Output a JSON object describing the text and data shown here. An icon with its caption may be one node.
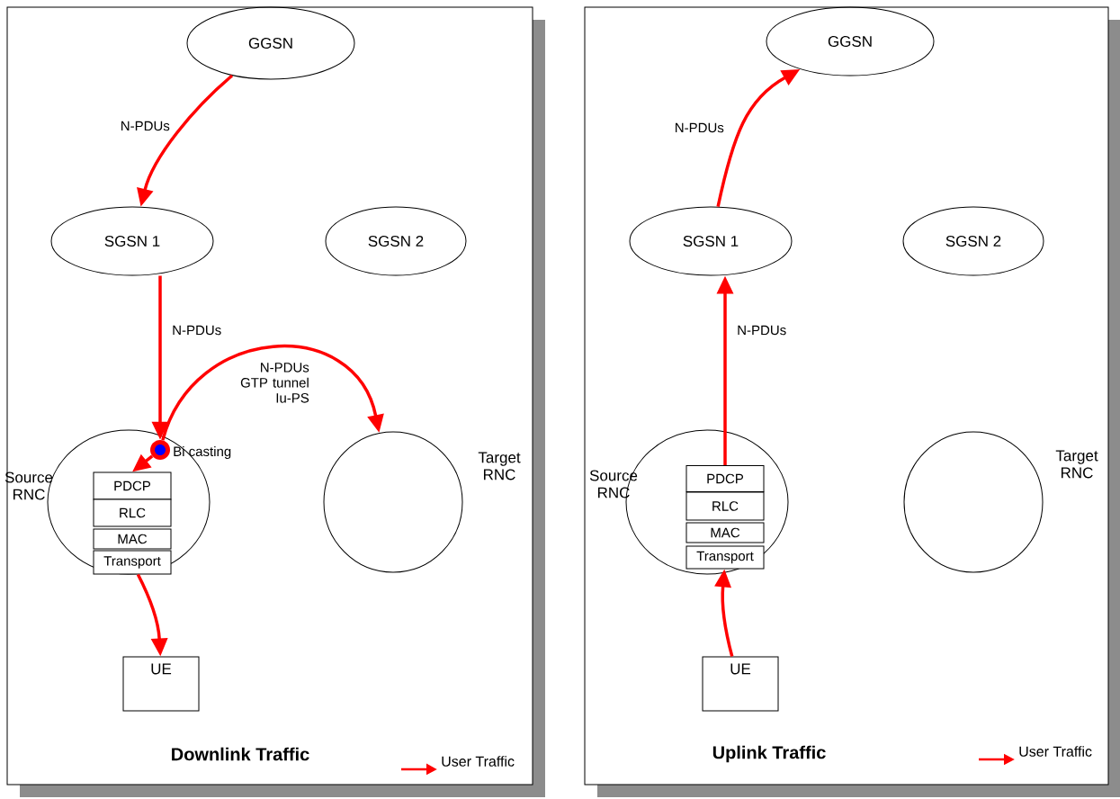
{
  "diagram": {
    "nodes": [
      {
        "text": [
          "Downlink Traffic"
        ]
      },
      {
        "text": [
          "GGSN"
        ],
        "in": 0
      },
      {
        "text": [
          "SGSN 1"
        ],
        "in": 0
      },
      {
        "text": [
          "SGSN 2"
        ],
        "in": 0
      },
      {
        "text": [
          "Source RNC"
        ],
        "in": 0
      },
      {
        "text": [
          "PDCP"
        ],
        "in": 4
      },
      {
        "text": [
          "RLC"
        ],
        "in": 4
      },
      {
        "text": [
          "MAC"
        ],
        "in": 4
      },
      {
        "text": [
          "Transport"
        ],
        "in": 4
      },
      {
        "text": [],
        "shape": "circle",
        "beside": [
          "Bi casting"
        ],
        "in": 4
      },
      {
        "text": [
          "Target RNC"
        ],
        "in": 0
      },
      {
        "text": [
          "UE"
        ],
        "in": 0
      },
      {
        "text": [
          "Uplink Traffic"
        ]
      },
      {
        "text": [
          "GGSN"
        ],
        "in": 12
      },
      {
        "text": [
          "SGSN 1"
        ],
        "in": 12
      },
      {
        "text": [
          "SGSN 2"
        ],
        "in": 12
      },
      {
        "text": [
          "Source RNC"
        ],
        "in": 12
      },
      {
        "text": [
          "PDCP"
        ],
        "in": 16
      },
      {
        "text": [
          "RLC"
        ],
        "in": 16
      },
      {
        "text": [
          "MAC"
        ],
        "in": 16
      },
      {
        "text": [
          "Transport"
        ],
        "in": 16
      },
      {
        "text": [
          "Target RNC"
        ],
        "in": 12
      },
      {
        "text": [
          "UE"
        ],
        "in": 12
      }
    ],
    "edges": [
      {
        "from": 1,
        "to": 2,
        "arrow": "to",
        "label": "N-PDUs"
      },
      {
        "from": 2,
        "to": 9,
        "arrow": "to",
        "label": "N-PDUs"
      },
      {
        "from": 9,
        "to": 5,
        "arrow": "to"
      },
      {
        "from": 9,
        "to": 10,
        "arrow": "to",
        "label": "N-PDUs GTP tunnel Iu-PS"
      },
      {
        "from": 8,
        "to": 11,
        "arrow": "to"
      },
      {
        "from": 22,
        "to": 20,
        "arrow": "to"
      },
      {
        "from": 17,
        "to": 14,
        "arrow": "to",
        "label": "N-PDUs"
      },
      {
        "from": 14,
        "to": 13,
        "arrow": "to",
        "label": "N-PDUs"
      }
    ],
    "legend": [
      {
        "text": "User Traffic"
      },
      {
        "text": "User Traffic"
      }
    ]
  }
}
